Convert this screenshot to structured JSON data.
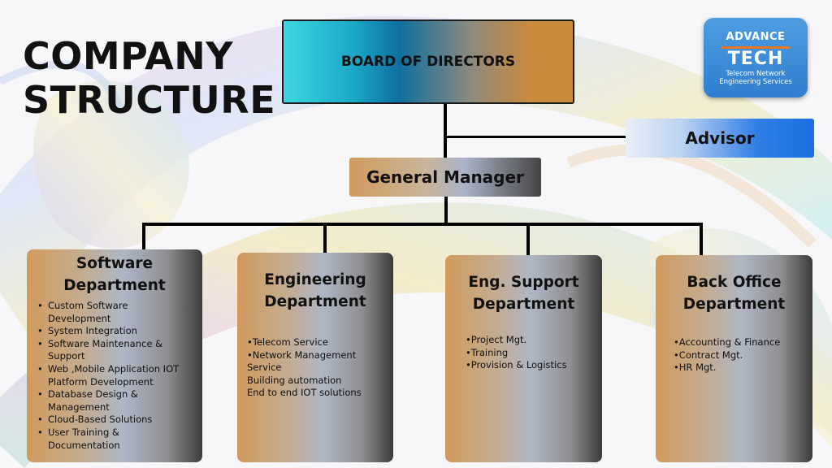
{
  "title": {
    "line1": "COMPANY",
    "line2": "STRUCTURE"
  },
  "logo": {
    "top": "ADVANCE",
    "main": "TECH",
    "sub1": "Telecom Network",
    "sub2": "Engineering Services"
  },
  "board": {
    "label": "BOARD OF DIRECTORS"
  },
  "advisor": {
    "label": "Advisor"
  },
  "general_manager": {
    "label": "General Manager"
  },
  "departments": [
    {
      "title1": "Software",
      "title2": "Department",
      "items": [
        {
          "text": "Custom Software",
          "bullet": true
        },
        {
          "text": "Development",
          "bullet": false
        },
        {
          "text": "System Integration",
          "bullet": true
        },
        {
          "text": "Software Maintenance &",
          "bullet": true
        },
        {
          "text": "Support",
          "bullet": false
        },
        {
          "text": "Web ,Mobile Application IOT",
          "bullet": true
        },
        {
          "text": "Platform Development",
          "bullet": false
        },
        {
          "text": "Database Design &",
          "bullet": true
        },
        {
          "text": "Management",
          "bullet": false
        },
        {
          "text": "Cloud-Based Solutions",
          "bullet": true
        },
        {
          "text": "User Training &",
          "bullet": true
        },
        {
          "text": "Documentation",
          "bullet": false
        }
      ]
    },
    {
      "title1": "Engineering",
      "title2": "Department",
      "items": [
        {
          "text": "•Telecom Service"
        },
        {
          "text": "•Network Management Service"
        },
        {
          "text": "Building automation"
        },
        {
          "text": "End to end IOT solutions"
        }
      ]
    },
    {
      "title1": "Eng. Support",
      "title2": "Department",
      "items": [
        {
          "text": "•Project Mgt."
        },
        {
          "text": "•Training"
        },
        {
          "text": "•Provision & Logistics"
        }
      ]
    },
    {
      "title1": "Back Office",
      "title2": "Department",
      "items": [
        {
          "text": "•Accounting & Finance"
        },
        {
          "text": "•Contract Mgt."
        },
        {
          "text": "•HR Mgt."
        }
      ]
    }
  ]
}
